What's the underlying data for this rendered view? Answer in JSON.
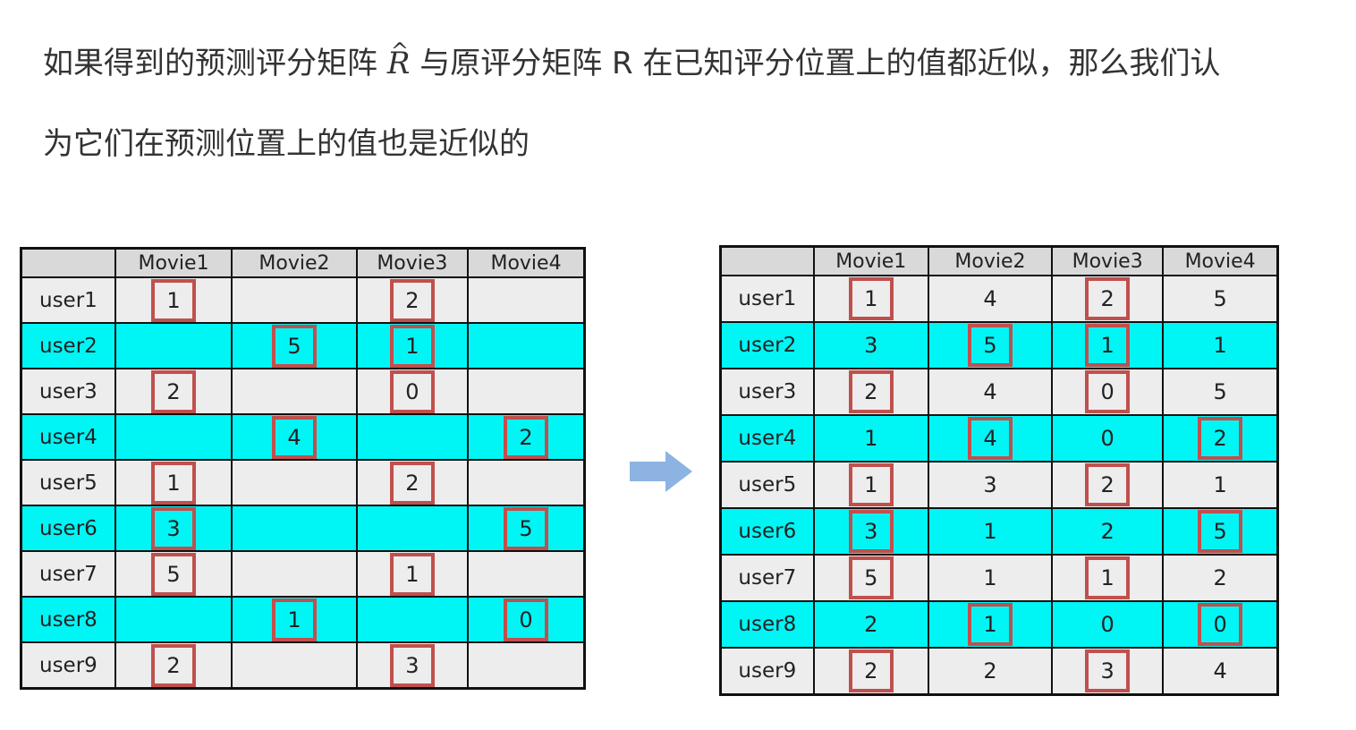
{
  "text": {
    "line1_before": "如果得到的预测评分矩阵 ",
    "rhat_letter": "R",
    "rhat_hat": "^",
    "line1_after": " 与原评分矩阵 R 在已知评分位置上的值都近似，那么我们认",
    "line2": "为它们在预测位置上的值也是近似的"
  },
  "colors": {
    "highlight_box": "#c0504d",
    "cyan_row": "#00f5f5",
    "gray_row": "#ededed",
    "arrow": "#8db3e2"
  },
  "left_table": {
    "headers": [
      "",
      "Movie1",
      "Movie2",
      "Movie3",
      "Movie4"
    ],
    "rows": [
      {
        "user": "user1",
        "cells": [
          "1",
          "",
          "2",
          ""
        ]
      },
      {
        "user": "user2",
        "cells": [
          "",
          "5",
          "1",
          ""
        ]
      },
      {
        "user": "user3",
        "cells": [
          "2",
          "",
          "0",
          ""
        ]
      },
      {
        "user": "user4",
        "cells": [
          "",
          "4",
          "",
          "2"
        ]
      },
      {
        "user": "user5",
        "cells": [
          "1",
          "",
          "2",
          ""
        ]
      },
      {
        "user": "user6",
        "cells": [
          "3",
          "",
          "",
          "5"
        ]
      },
      {
        "user": "user7",
        "cells": [
          "5",
          "",
          "1",
          ""
        ]
      },
      {
        "user": "user8",
        "cells": [
          "",
          "1",
          "",
          "0"
        ]
      },
      {
        "user": "user9",
        "cells": [
          "2",
          "",
          "3",
          ""
        ]
      }
    ]
  },
  "right_table": {
    "headers": [
      "",
      "Movie1",
      "Movie2",
      "Movie3",
      "Movie4"
    ],
    "rows": [
      {
        "user": "user1",
        "cells": [
          "1",
          "4",
          "2",
          "5"
        ]
      },
      {
        "user": "user2",
        "cells": [
          "3",
          "5",
          "1",
          "1"
        ]
      },
      {
        "user": "user3",
        "cells": [
          "2",
          "4",
          "0",
          "5"
        ]
      },
      {
        "user": "user4",
        "cells": [
          "1",
          "4",
          "0",
          "2"
        ]
      },
      {
        "user": "user5",
        "cells": [
          "1",
          "3",
          "2",
          "1"
        ]
      },
      {
        "user": "user6",
        "cells": [
          "3",
          "1",
          "2",
          "5"
        ]
      },
      {
        "user": "user7",
        "cells": [
          "5",
          "1",
          "1",
          "2"
        ]
      },
      {
        "user": "user8",
        "cells": [
          "2",
          "1",
          "0",
          "0"
        ]
      },
      {
        "user": "user9",
        "cells": [
          "2",
          "2",
          "3",
          "4"
        ]
      }
    ]
  },
  "arrow_icon": "right-arrow-icon"
}
